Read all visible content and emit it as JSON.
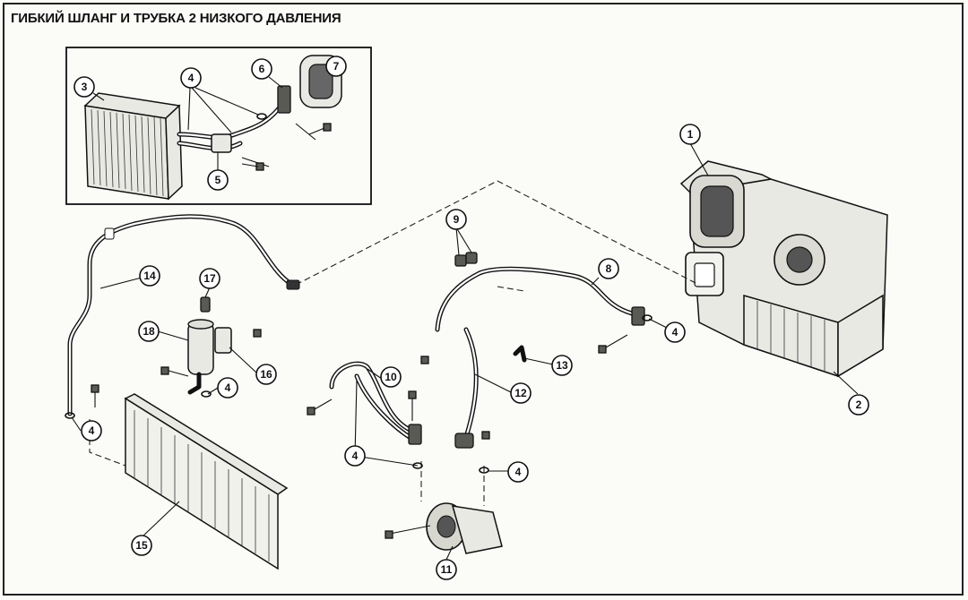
{
  "title": "ГИБКИЙ ШЛАНГ И ТРУБКА 2 НИЗКОГО ДАВЛЕНИЯ",
  "callouts": {
    "c1": "1",
    "c2": "2",
    "c3": "3",
    "c4": "4",
    "c5": "5",
    "c6": "6",
    "c7": "7",
    "c8": "8",
    "c9": "9",
    "c10": "10",
    "c11": "11",
    "c12": "12",
    "c13": "13",
    "c14": "14",
    "c15": "15",
    "c16": "16",
    "c17": "17",
    "c18": "18"
  }
}
